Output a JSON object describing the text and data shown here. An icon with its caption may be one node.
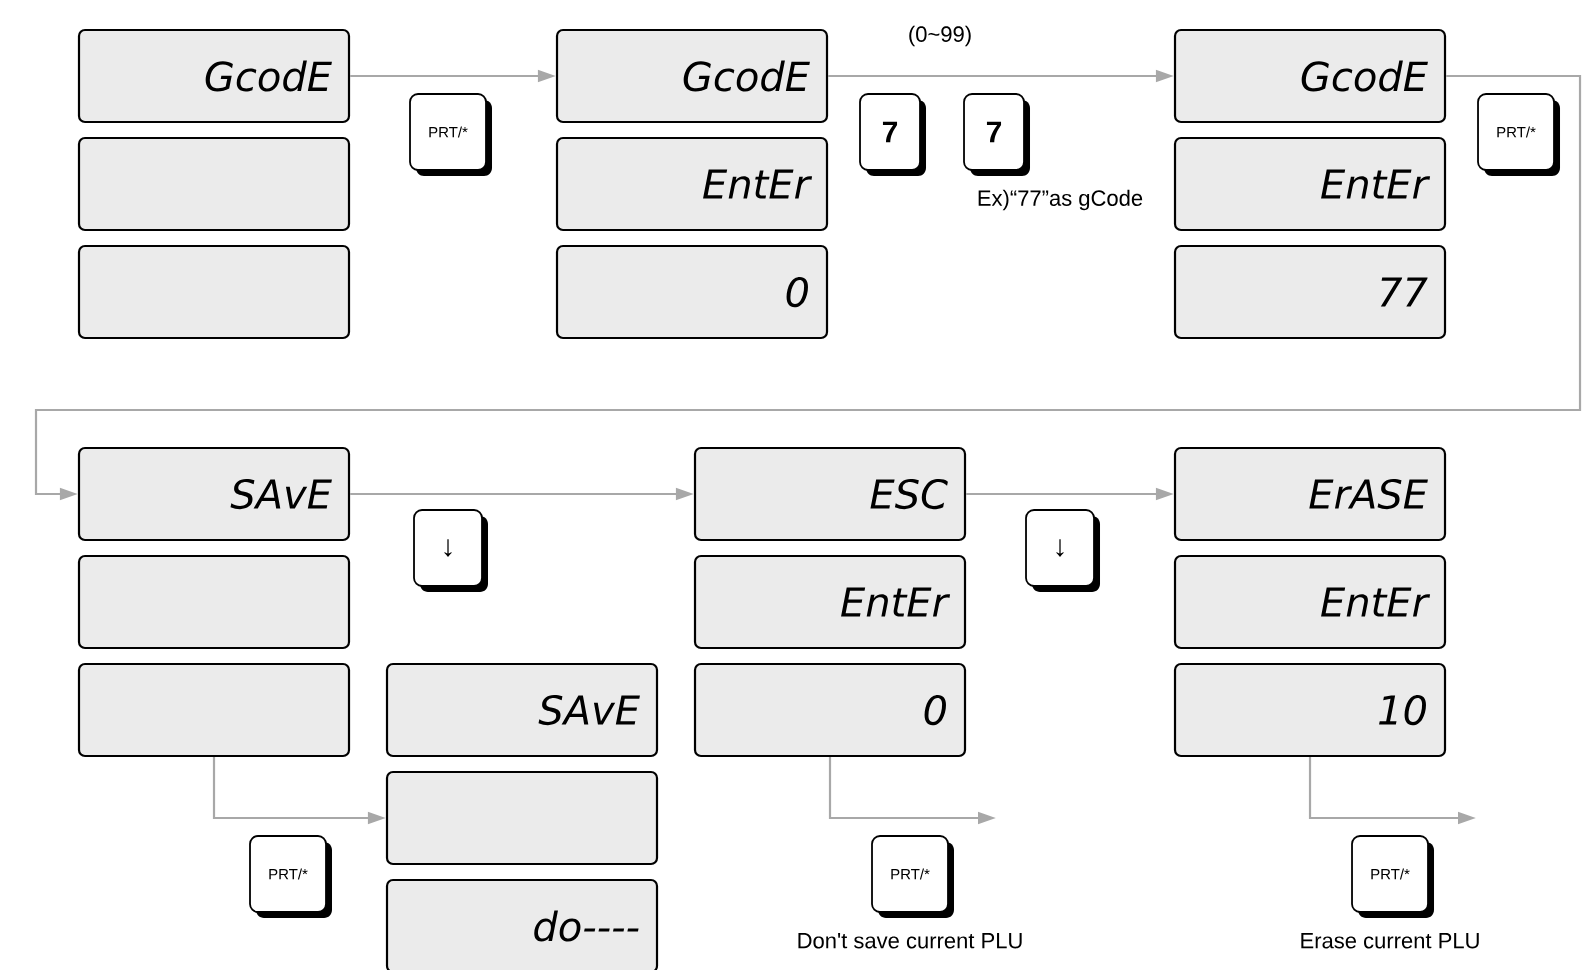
{
  "diagram": {
    "nodes": [
      {
        "text": [
          "GcodE"
        ]
      },
      {
        "text": [],
        "shape": "box"
      },
      {
        "text": [],
        "shape": "box"
      },
      {
        "text": [
          "PRT/*"
        ]
      },
      {
        "text": [
          "GcodE"
        ]
      },
      {
        "text": [
          "EntEr"
        ]
      },
      {
        "text": [
          "0"
        ]
      },
      {
        "text": [
          "7"
        ]
      },
      {
        "text": [
          "7"
        ]
      },
      {
        "text": [
          "GcodE"
        ]
      },
      {
        "text": [
          "EntEr"
        ]
      },
      {
        "text": [
          "77"
        ]
      },
      {
        "text": [
          "PRT/*"
        ]
      },
      {
        "text": [
          "SAvE"
        ]
      },
      {
        "text": [],
        "shape": "box"
      },
      {
        "text": [],
        "shape": "box"
      },
      {
        "text": [
          "↓"
        ]
      },
      {
        "text": [
          "ESC"
        ]
      },
      {
        "text": [
          "EntEr"
        ]
      },
      {
        "text": [
          "0"
        ]
      },
      {
        "text": [
          "↓"
        ]
      },
      {
        "text": [
          "ErASE"
        ]
      },
      {
        "text": [
          "EntEr"
        ]
      },
      {
        "text": [
          "10"
        ]
      },
      {
        "text": [
          "SAvE"
        ]
      },
      {
        "text": [],
        "shape": "box"
      },
      {
        "text": [
          "do----"
        ]
      },
      {
        "text": [
          "PRT/*"
        ]
      },
      {
        "text": [
          "PRT/*"
        ],
        "beside": [
          "Don't save current PLU"
        ]
      },
      {
        "text": [
          "PRT/*"
        ],
        "beside": [
          "Erase current PLU"
        ]
      }
    ],
    "edges": [
      {
        "from": 0,
        "to": 4,
        "arrow": "to"
      },
      {
        "from": 4,
        "to": 9,
        "arrow": "to"
      },
      {
        "from": 9,
        "to": 13,
        "arrow": "to"
      },
      {
        "from": 13,
        "to": 17,
        "arrow": "to"
      },
      {
        "from": 17,
        "to": 21,
        "arrow": "to"
      },
      {
        "from": 15,
        "to": 25,
        "arrow": "to"
      },
      {
        "from": 19,
        "to": null,
        "arrow": "to"
      },
      {
        "from": 23,
        "to": null,
        "arrow": "to"
      }
    ],
    "labels": [
      "(0~99)",
      "Ex)“77”as gCode"
    ]
  }
}
